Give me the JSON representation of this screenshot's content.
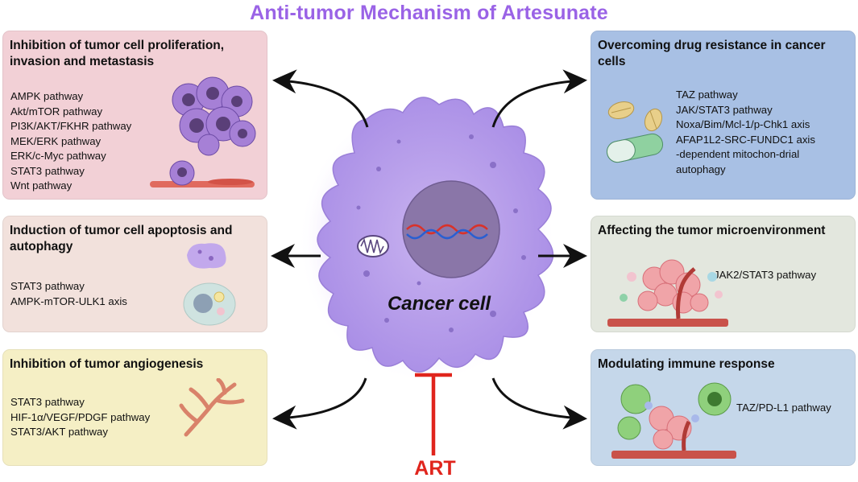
{
  "title": "Anti-tumor Mechanism of  Artesunate",
  "center": {
    "label": "Cancer cell",
    "drug": "ART"
  },
  "panels": {
    "proliferation": {
      "heading": "Inhibition of tumor cell proliferation, invasion and metastasis",
      "items": [
        "AMPK pathway",
        "Akt/mTOR pathway",
        "PI3K/AKT/FKHR pathway",
        "MEK/ERK pathway",
        "ERK/c-Myc pathway",
        "STAT3 pathway",
        "Wnt pathway"
      ],
      "color": "#f2d0d6"
    },
    "apoptosis": {
      "heading": "Induction of tumor cell apoptosis and autophagy",
      "items": [
        "STAT3 pathway",
        "AMPK-mTOR-ULK1 axis"
      ],
      "color": "#f2e1dc"
    },
    "angiogenesis": {
      "heading": "Inhibition of tumor angiogenesis",
      "items": [
        "STAT3 pathway",
        "HIF-1α/VEGF/PDGF pathway",
        "STAT3/AKT pathway"
      ],
      "color": "#f5efc5"
    },
    "drug_resistance": {
      "heading": "Overcoming drug resistance in cancer cells",
      "items": [
        "TAZ  pathway",
        "JAK/STAT3  pathway",
        "Noxa/Bim/Mcl-1/p-Chk1 axis",
        "AFAP1L2-SRC-FUNDC1 axis",
        "-dependent mitochon-drial",
        "autophagy"
      ],
      "color": "#a8c0e4"
    },
    "microenvironment": {
      "heading": "Affecting the tumor microenvironment",
      "items": [
        "JAK2/STAT3 pathway"
      ],
      "color": "#e3e7de"
    },
    "immune": {
      "heading": "Modulating immune response",
      "items": [
        "TAZ/PD-L1 pathway"
      ],
      "color": "#c5d7ea"
    }
  },
  "colors": {
    "title": "#9a63e6",
    "inhibitor": "#e0251d",
    "cell": "#b8a2ea"
  }
}
